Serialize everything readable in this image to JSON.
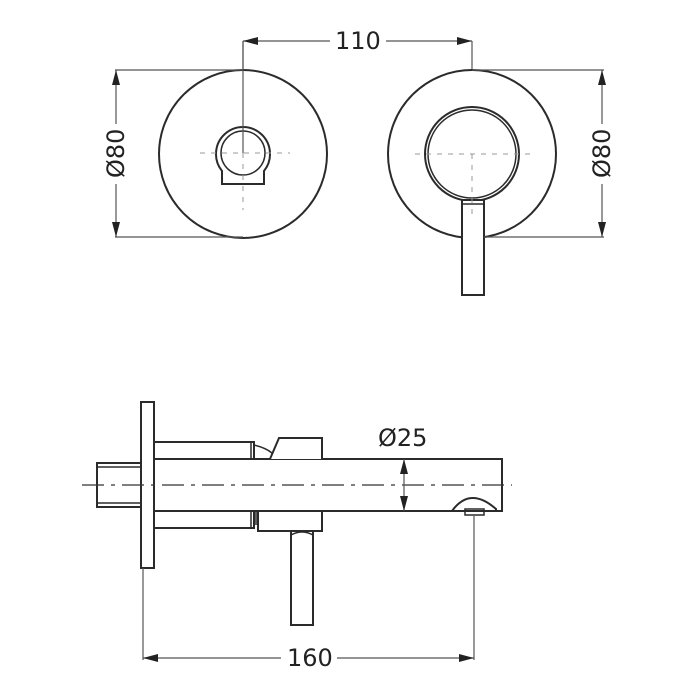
{
  "drawing": {
    "type": "technical-drawing",
    "subject": "wall-mounted mixer with spout",
    "views": [
      "front-spout-plate",
      "front-mixer-plate",
      "side-elevation"
    ]
  },
  "dimensions": {
    "top_spacing": "110",
    "left_plate_diameter": "Ø80",
    "right_plate_diameter": "Ø80",
    "spout_diameter": "Ø25",
    "spout_length": "160"
  },
  "colors": {
    "line": "#2b2b2b",
    "dimension_line": "#555555",
    "center_line": "#9a9a9a",
    "background": "#ffffff"
  }
}
